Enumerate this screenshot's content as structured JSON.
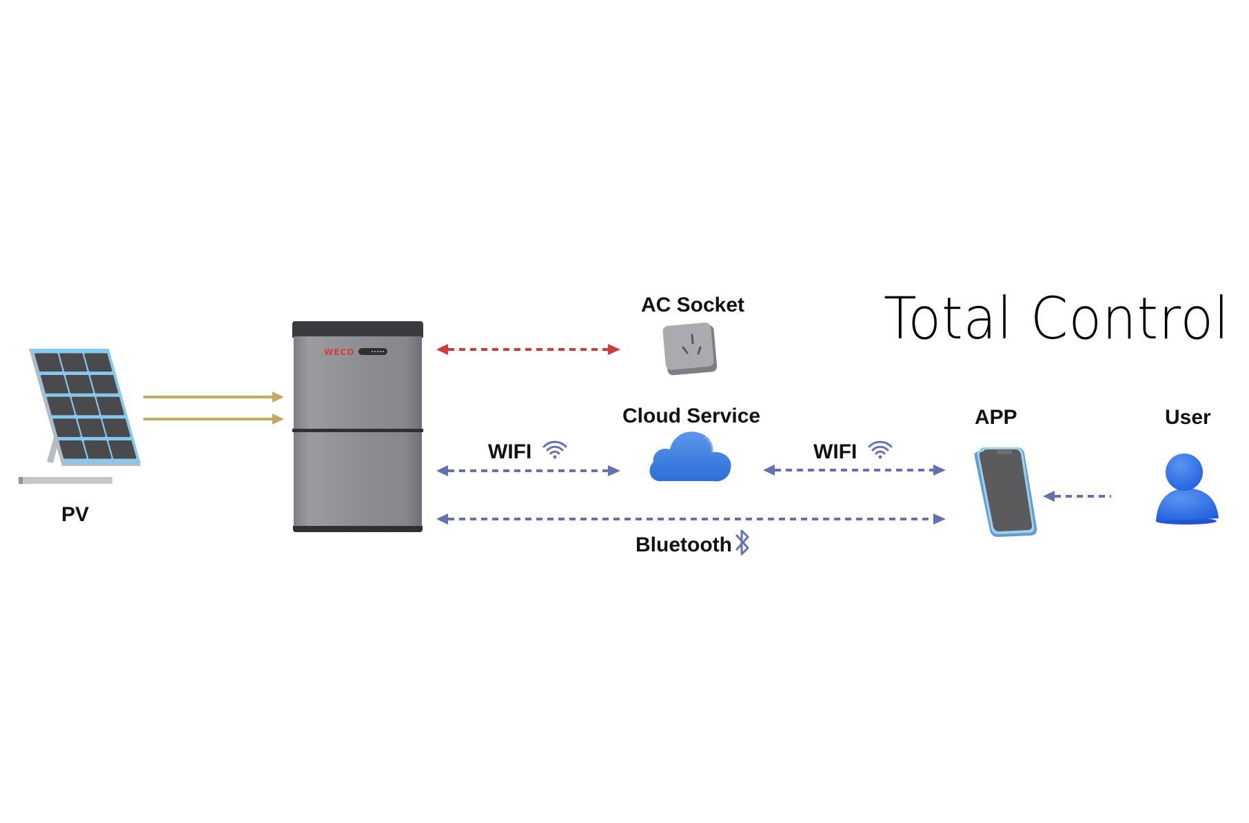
{
  "title": "Total Control",
  "nodes": {
    "pv": {
      "label": "PV",
      "icon": "solar-panel-icon"
    },
    "battery": {
      "brand": "WECO",
      "icon": "battery-storage-icon"
    },
    "ac_socket": {
      "label": "AC Socket",
      "icon": "power-socket-icon"
    },
    "cloud": {
      "label": "Cloud Service",
      "icon": "cloud-icon"
    },
    "app": {
      "label": "APP",
      "icon": "smartphone-icon"
    },
    "user": {
      "label": "User",
      "icon": "user-icon"
    }
  },
  "connections": {
    "wifi_left": {
      "label": "WIFI",
      "icon": "wifi-icon"
    },
    "wifi_right": {
      "label": "WIFI",
      "icon": "wifi-icon"
    },
    "bluetooth": {
      "label": "Bluetooth",
      "icon": "bluetooth-icon"
    }
  },
  "colors": {
    "power_flow": "#c8a764",
    "ac_link": "#d23a3a",
    "data_link": "#6370b2",
    "cloud": "#3e7fdb",
    "user": "#2f6fe8",
    "phone_frame": "#6aa8d6",
    "battery_body": "#8a8c90",
    "battery_cap": "#3a3b3e"
  }
}
